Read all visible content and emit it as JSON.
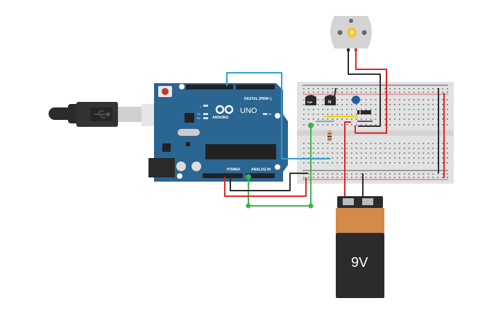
{
  "arduino": {
    "logo_text": "ARDUINO",
    "model": "UNO",
    "digital_label": "DIGITAL (PWM~)",
    "power_label": "POWER",
    "analog_label": "ANALOG IN",
    "on_label": "ON",
    "led_l": "L",
    "led_tx": "TX",
    "led_rx": "RX",
    "board_color": "#2b6592"
  },
  "components": {
    "temp_sensor_label": "TMP",
    "transistor_label": "N",
    "battery_label": "9V"
  },
  "colors": {
    "wire_blue": "#2aa0d0",
    "wire_green": "#3cb44b",
    "wire_red": "#e02020",
    "wire_black": "#2a2a2a",
    "wire_yellow": "#f0d000",
    "wire_purple": "#7a3a9a",
    "battery_orange": "#d38a4a"
  }
}
